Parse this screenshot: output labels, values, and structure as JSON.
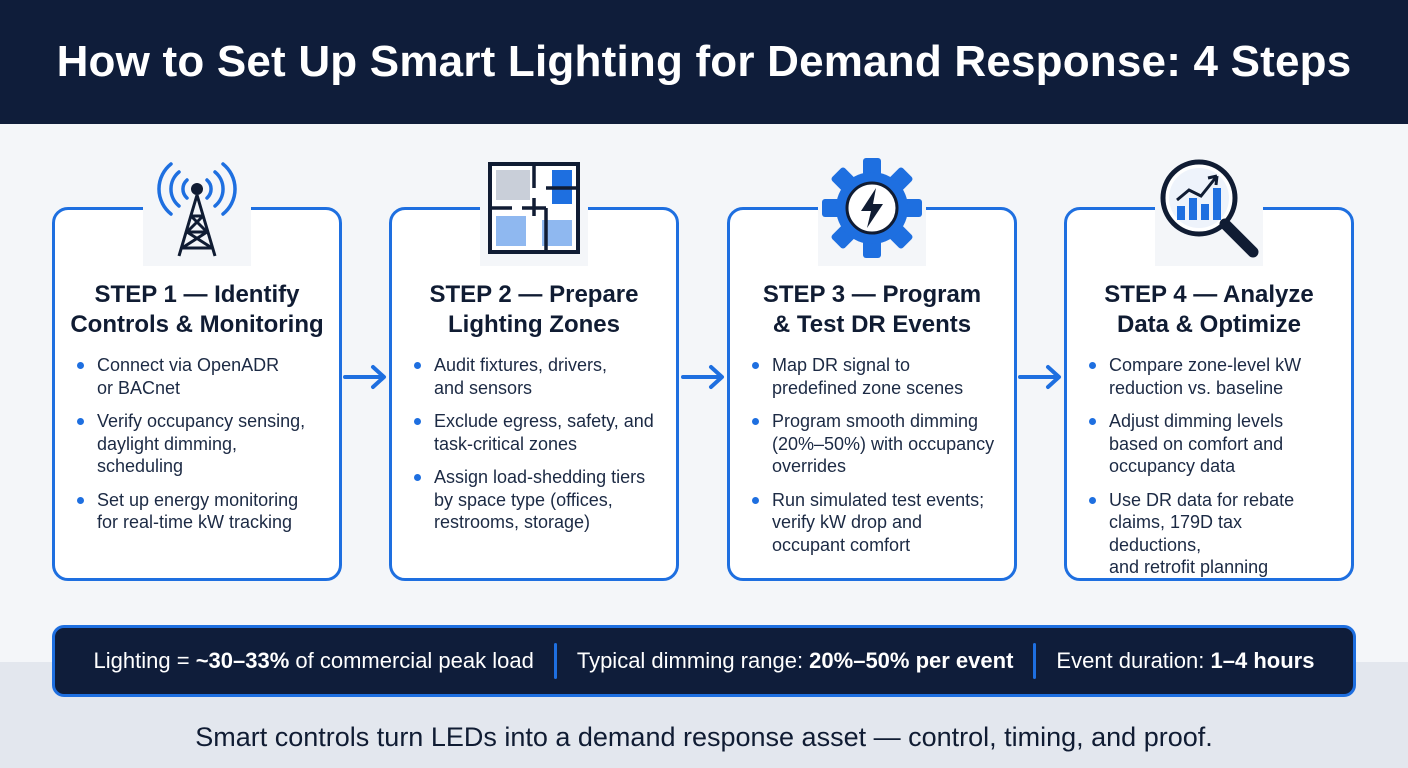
{
  "header": {
    "title": "How to Set Up Smart Lighting for Demand Response: 4 Steps"
  },
  "steps": [
    {
      "icon": "antenna-tower-icon",
      "title_line1": "STEP 1 — Identify",
      "title_line2": "Controls & Monitoring",
      "bullets": [
        {
          "l1": "Connect via OpenADR",
          "l2": "or BACnet"
        },
        {
          "l1": "Verify occupancy sensing,",
          "l2": "daylight dimming,",
          "l3": "scheduling"
        },
        {
          "l1": "Set up energy monitoring",
          "l2": "for real-time kW tracking"
        }
      ]
    },
    {
      "icon": "floor-plan-zones-icon",
      "title_line1": "STEP 2 — Prepare",
      "title_line2": "Lighting Zones",
      "bullets": [
        {
          "l1": "Audit fixtures, drivers,",
          "l2": "and sensors"
        },
        {
          "l1": "Exclude egress, safety, and",
          "l2": "task-critical zones"
        },
        {
          "l1": "Assign load-shedding tiers",
          "l2": "by space type (offices,",
          "l3": "restrooms, storage)"
        }
      ]
    },
    {
      "icon": "gear-lightning-icon",
      "title_line1": "STEP 3 — Program",
      "title_line2": "& Test DR Events",
      "bullets": [
        {
          "l1": "Map DR signal to",
          "l2": "predefined zone scenes"
        },
        {
          "l1": "Program smooth dimming",
          "l2": "(20%–50%) with occupancy",
          "l3": "overrides"
        },
        {
          "l1": "Run simulated test events;",
          "l2": "verify kW drop and",
          "l3": "occupant comfort"
        }
      ]
    },
    {
      "icon": "magnifier-chart-icon",
      "title_line1": "STEP 4 — Analyze",
      "title_line2": "Data & Optimize",
      "bullets": [
        {
          "l1": "Compare zone-level kW",
          "l2": "reduction vs. baseline"
        },
        {
          "l1": "Adjust dimming levels",
          "l2": "based on comfort and",
          "l3": "occupancy data"
        },
        {
          "l1": "Use DR data for rebate",
          "l2": "claims, 179D tax deductions,",
          "l3": "and retrofit planning"
        }
      ]
    }
  ],
  "stats": [
    {
      "prefix": "Lighting = ",
      "value": "~30–33%",
      "suffix": " of commercial peak load"
    },
    {
      "prefix": "Typical dimming range: ",
      "value": "20%–50% per event",
      "suffix": ""
    },
    {
      "prefix": "Event duration: ",
      "value": "1–4 hours",
      "suffix": ""
    }
  ],
  "footer": {
    "tagline": "Smart controls turn LEDs into a demand response asset — control, timing, and proof."
  },
  "colors": {
    "navy": "#0f1d3a",
    "accent": "#1e6fe0",
    "light_blue": "#8fb8f0",
    "gray": "#c9cfd9"
  }
}
